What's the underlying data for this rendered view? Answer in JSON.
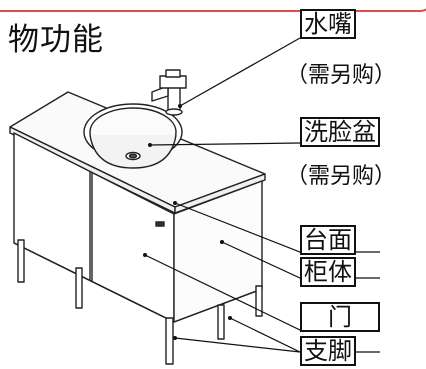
{
  "heading": "物功能",
  "labels": {
    "faucet": "水嘴",
    "faucet_note": "（需另购）",
    "basin": "洗脸盆",
    "basin_note": "（需另购）",
    "countertop": "台面",
    "cabinet": "柜体",
    "door": "门",
    "legs": "支脚"
  },
  "colors": {
    "banner_border": "#d8504a",
    "line": "#111111"
  }
}
